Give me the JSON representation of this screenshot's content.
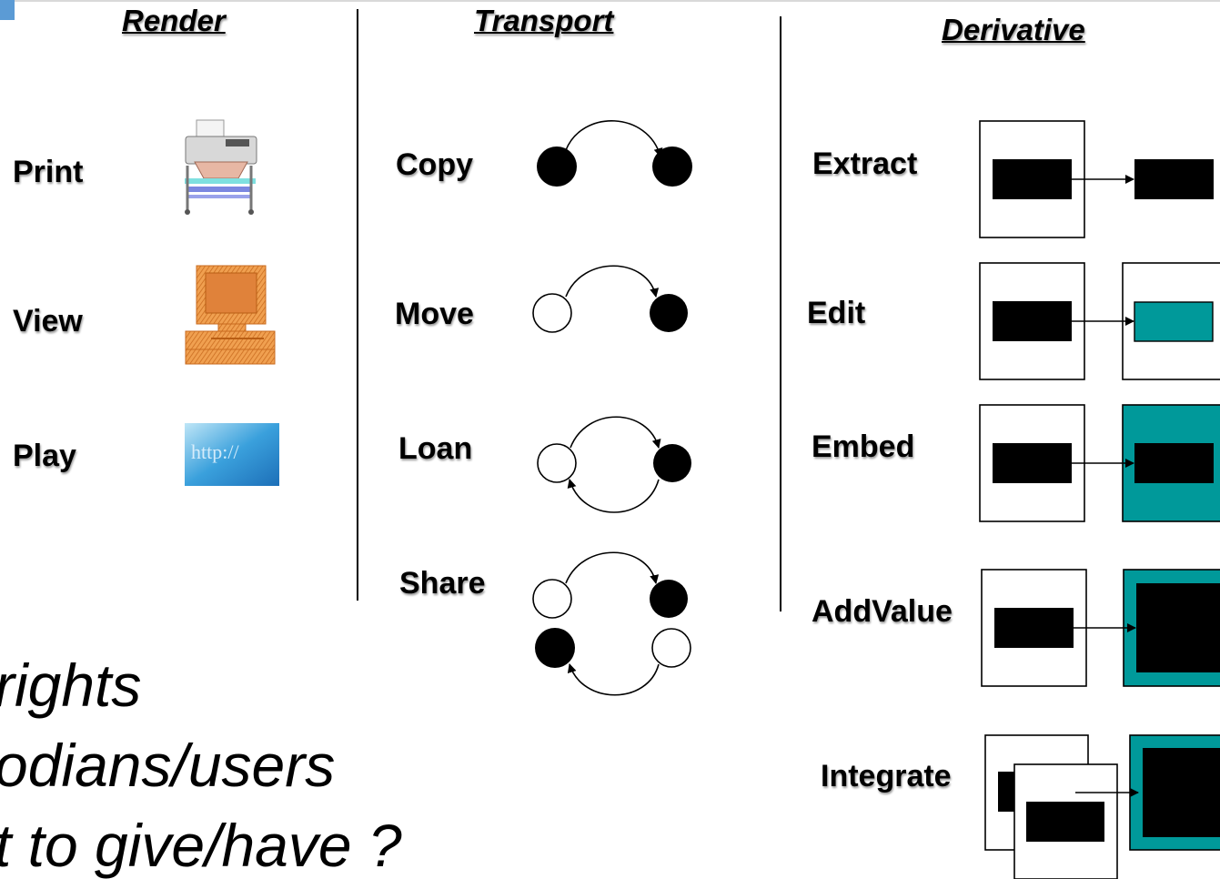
{
  "columns": {
    "render": {
      "heading": "Render",
      "items": [
        {
          "label": "Print",
          "icon": "printer-icon"
        },
        {
          "label": "View",
          "icon": "computer-icon"
        },
        {
          "label": "Play",
          "icon": "http-icon",
          "icon_text": "http://"
        }
      ]
    },
    "transport": {
      "heading": "Transport",
      "items": [
        {
          "label": "Copy"
        },
        {
          "label": "Move"
        },
        {
          "label": "Loan"
        },
        {
          "label": "Share"
        }
      ]
    },
    "derivative": {
      "heading": "Derivative",
      "items": [
        {
          "label": "Extract"
        },
        {
          "label": "Edit"
        },
        {
          "label": "Embed"
        },
        {
          "label": "AddValue"
        },
        {
          "label": "Integrate"
        }
      ]
    }
  },
  "body_text": {
    "line1": "rights",
    "line2": "odians/users",
    "line3": "t to give/have ?"
  },
  "colors": {
    "teal": "#00999a",
    "accent_blue": "#5b9bd5"
  }
}
